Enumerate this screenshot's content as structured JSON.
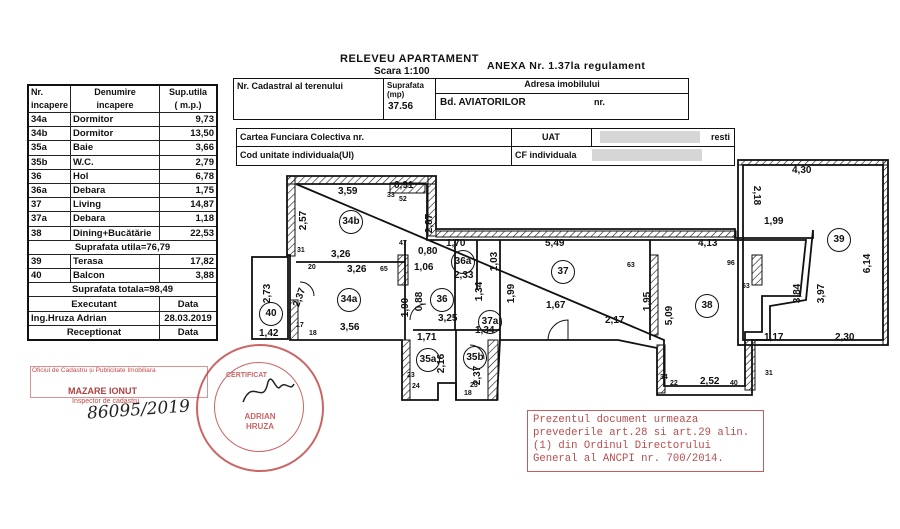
{
  "header": {
    "title": "RELEVEU APARTAMENT",
    "scale": "Scara 1:100",
    "annex": "ANEXA Nr. 1.37la regulament"
  },
  "room_table": {
    "col_nr": "Nr.",
    "col_nr2": "incapere",
    "col_name": "Denumire",
    "col_name2": "incapere",
    "col_area": "Sup.utila",
    "col_area2": "( m.p.)",
    "rows": [
      {
        "nr": "34a",
        "name": "Dormitor",
        "area": "9,73"
      },
      {
        "nr": "34b",
        "name": "Dormitor",
        "area": "13,50"
      },
      {
        "nr": "35a",
        "name": "Baie",
        "area": "3,66"
      },
      {
        "nr": "35b",
        "name": "W.C.",
        "area": "2,79"
      },
      {
        "nr": "36",
        "name": "Hol",
        "area": "6,78"
      },
      {
        "nr": "36a",
        "name": "Debara",
        "area": "1,75"
      },
      {
        "nr": "37",
        "name": "Living",
        "area": "14,87"
      },
      {
        "nr": "37a",
        "name": "Debara",
        "area": "1,18"
      },
      {
        "nr": "38",
        "name": "Dining+Bucătărie",
        "area": "22,53"
      }
    ],
    "useful_area": "Suprafata utila=76,79",
    "extra_rows": [
      {
        "nr": "39",
        "name": "Terasa",
        "area": "17,82"
      },
      {
        "nr": "40",
        "name": "Balcon",
        "area": "3,88"
      }
    ],
    "total_area": "Suprafata totala=98,49",
    "executant_label": "Executant",
    "date_label": "Data",
    "executant_name": "Ing.Hruza  Adrian",
    "executant_date": "28.03.2019",
    "receptionat_label": "Receptionat",
    "receptionat_date": "Data"
  },
  "cadastral": {
    "nr_cadastral": "Nr. Cadastral al terenului",
    "suprafata": "Suprafata (mp)",
    "adresa": "Adresa imobilului",
    "area_value": "37.56",
    "address_value": "Bd. AVIATORILOR",
    "nr_label": "nr."
  },
  "registry": {
    "carte": "Cartea Funciara Colectiva nr.",
    "uat": "UAT",
    "uat_value": "resti",
    "cod": "Cod unitate individuala(UI)",
    "cf": "CF individuala"
  },
  "plan": {
    "rooms": [
      {
        "id": "34b",
        "label": "34b"
      },
      {
        "id": "34a",
        "label": "34a"
      },
      {
        "id": "36",
        "label": "36"
      },
      {
        "id": "36a",
        "label": "36a"
      },
      {
        "id": "37",
        "label": "37"
      },
      {
        "id": "37a",
        "label": "37a"
      },
      {
        "id": "38",
        "label": "38"
      },
      {
        "id": "39",
        "label": "39"
      },
      {
        "id": "40",
        "label": "40"
      },
      {
        "id": "35a",
        "label": "35a"
      },
      {
        "id": "35b",
        "label": "35b"
      }
    ],
    "dims": [
      "3,59",
      "0,91",
      "2,57",
      "2,87",
      "3,26",
      "3,26",
      "0,80",
      "1,70",
      "1,06",
      "2,33",
      "1,03",
      "5,49",
      "4,13",
      "1,99",
      "4,30",
      "2,18",
      "6,14",
      "3,84",
      "3,97",
      "2,73",
      "2,37",
      "1,42",
      "3,56",
      "0,88",
      "3,25",
      "1,34",
      "1,99",
      "1,34",
      "1,67",
      "1,95",
      "5,09",
      "2,17",
      "1,17",
      "2,30",
      "1,71",
      "2,16",
      "2,37",
      "2,52",
      "1,90"
    ],
    "small_marks": [
      "33",
      "52",
      "47",
      "31",
      "65",
      "20",
      "63",
      "96",
      "63",
      "17",
      "18",
      "34",
      "22",
      "40",
      "31",
      "23",
      "24",
      "23",
      "18"
    ]
  },
  "stamp": {
    "line1": "MAZARE IONUT",
    "line2": "Inspector de cadastru",
    "line3": "Oficiul de Cadastru și Publicitate Imobiliara",
    "circle_top": "CERTIFICAT",
    "circle_mid": "ADRIAN HRUZA",
    "handwritten": "86095/2019"
  },
  "legal_note": {
    "text": "Prezentul document urmeaza prevederile art.28 si art.29 alin. (1) din Ordinul Directorului General al ANCPI nr. 700/2014."
  },
  "colors": {
    "stamp_red": "#c44a4a",
    "ink": "#111111"
  }
}
